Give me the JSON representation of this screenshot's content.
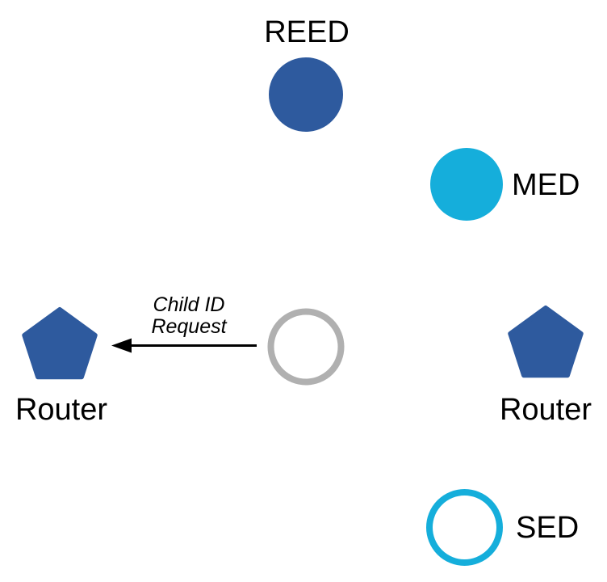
{
  "diagram": {
    "kind": "thread-network-topology",
    "nodes": {
      "reed": {
        "label": "REED",
        "shape": "filled-circle"
      },
      "med": {
        "label": "MED",
        "shape": "filled-circle"
      },
      "router_left": {
        "label": "Router",
        "shape": "filled-pentagon"
      },
      "router_right": {
        "label": "Router",
        "shape": "filled-pentagon"
      },
      "joining": {
        "label": "",
        "shape": "hollow-circle"
      },
      "sed": {
        "label": "SED",
        "shape": "hollow-circle"
      }
    },
    "annotation": {
      "line1": "Child ID",
      "line2": "Request"
    },
    "colors": {
      "node_blue": "#2E5A9E",
      "node_cyan": "#15AEDB",
      "joining_gray": "#B0B0B0",
      "arrow_black": "#000000",
      "text_black": "#000000",
      "background": "#FFFFFF"
    }
  }
}
